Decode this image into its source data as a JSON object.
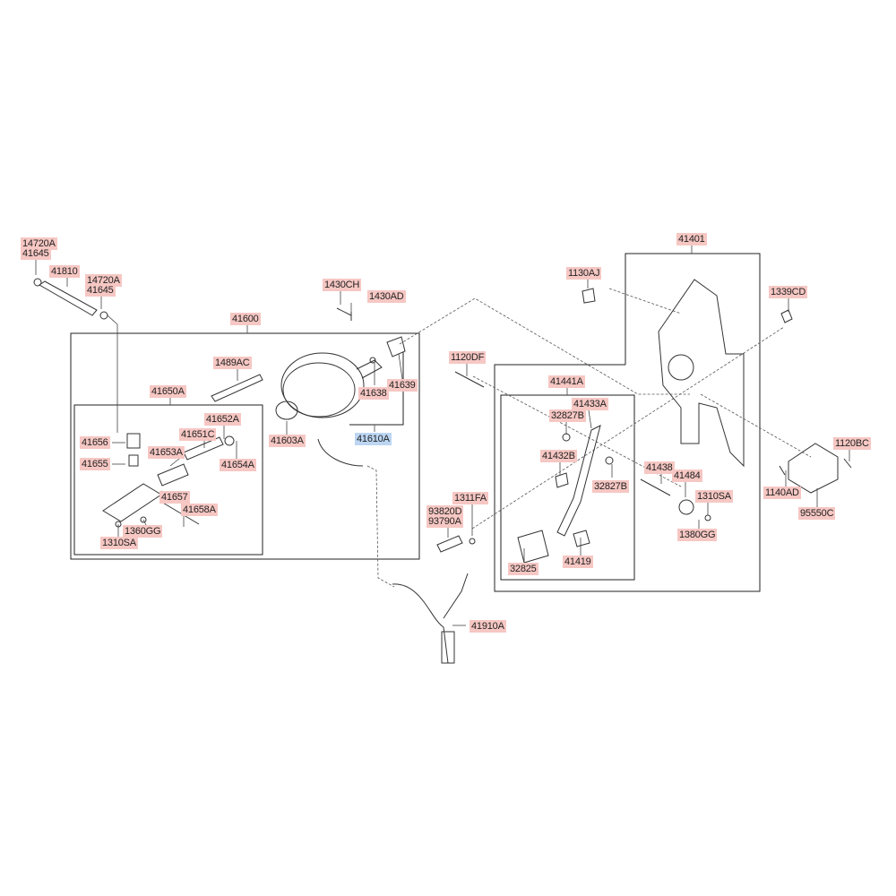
{
  "labels": {
    "l14720a_1": "14720A",
    "l41645_1": "41645",
    "l41810": "41810",
    "l14720a_2": "14720A",
    "l41645_2": "41645",
    "l41600": "41600",
    "l1430ch": "1430CH",
    "l1430ad": "1430AD",
    "l1489ac": "1489AC",
    "l41650a": "41650A",
    "l41652a": "41652A",
    "l41651c": "41651C",
    "l41656": "41656",
    "l41653a": "41653A",
    "l41654a": "41654A",
    "l41655": "41655",
    "l41603a": "41603A",
    "l41638": "41638",
    "l41639": "41639",
    "l41610a": "41610A",
    "l41657": "41657",
    "l41658a": "41658A",
    "l1360gg": "1360GG",
    "l1310sa_1": "1310SA",
    "l41401": "41401",
    "l1130aj": "1130AJ",
    "l1339cd": "1339CD",
    "l1120df": "1120DF",
    "l41441a": "41441A",
    "l41433a": "41433A",
    "l32827b_1": "32827B",
    "l41432b": "41432B",
    "l32827b_2": "32827B",
    "l41438": "41438",
    "l41484": "41484",
    "l1310sa_2": "1310SA",
    "l1380gg": "1380GG",
    "l1311fa": "1311FA",
    "l93820d": "93820D",
    "l93790a": "93790A",
    "l32825": "32825",
    "l41419": "41419",
    "l1120bc": "1120BC",
    "l1140ad": "1140AD",
    "l95550c": "95550C",
    "l41910a": "41910A"
  },
  "colors": {
    "label_bg": "#f6c7c3",
    "highlight_bg": "#bcd6f3",
    "line": "#333333"
  }
}
